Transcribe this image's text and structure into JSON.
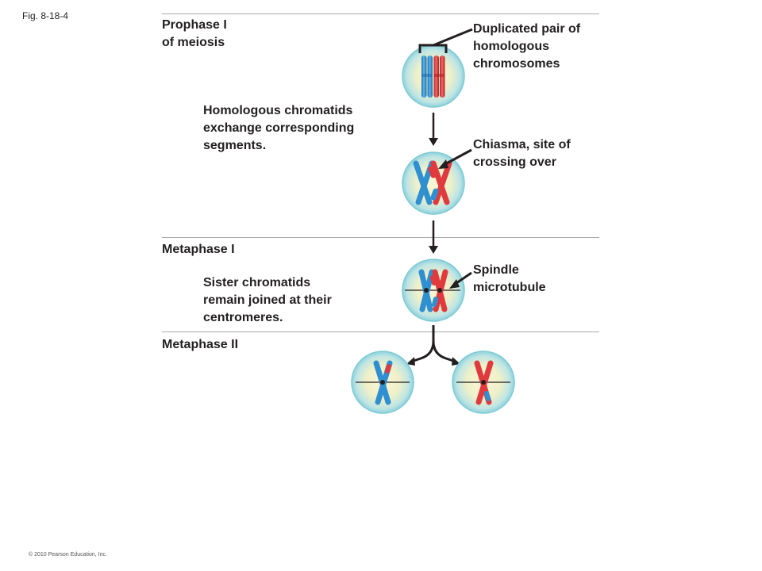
{
  "figure_label": "Fig. 8-18-4",
  "copyright": "© 2010 Pearson Education, Inc.",
  "stages": {
    "prophase_line1": "Prophase I",
    "prophase_line2": "of meiosis",
    "metaphase1": "Metaphase I",
    "metaphase2": "Metaphase II"
  },
  "descriptions": {
    "crossing_over": [
      "Homologous chromatids",
      "exchange corresponding",
      "segments."
    ],
    "sister_chromatids": [
      "Sister chromatids",
      "remain joined at their",
      "centromeres."
    ]
  },
  "callouts": {
    "duplicated_pair": [
      "Duplicated pair of",
      "homologous",
      "chromosomes"
    ],
    "chiasma": [
      "Chiasma, site of",
      "crossing over"
    ],
    "spindle": [
      "Spindle",
      "microtubule"
    ]
  },
  "colors": {
    "maternal_chromosome": "#2e8fd1",
    "paternal_chromosome": "#e03a3e",
    "cell_fill": "#f5f0c8",
    "cell_border": "#7dcad6",
    "rule": "#a7a9ac",
    "arrow": "#231f20"
  }
}
